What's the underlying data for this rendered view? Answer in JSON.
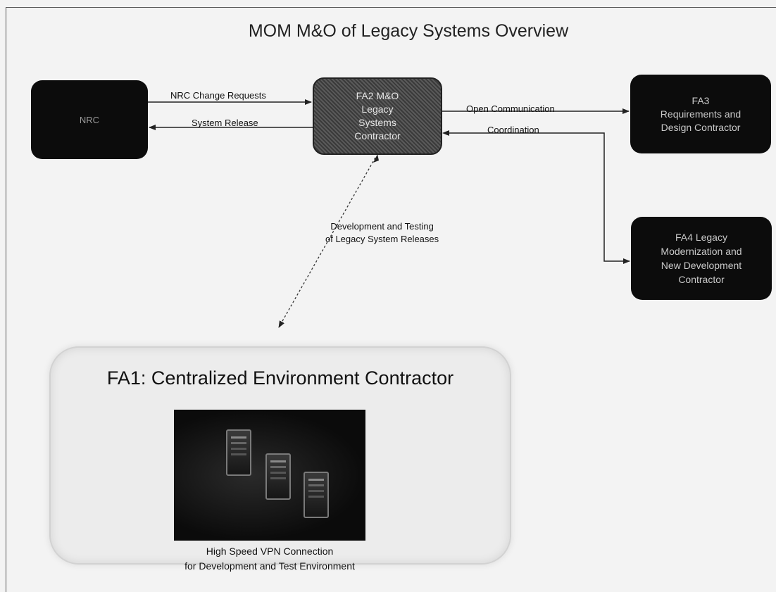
{
  "title": "MOM M&O of Legacy Systems Overview",
  "nodes": {
    "nrc": "NRC",
    "fa2": "FA2 M&O\nLegacy\nSystems\nContractor",
    "fa3": "FA3\nRequirements and\nDesign Contractor",
    "fa4": "FA4 Legacy\nModernization and\nNew Development\nContractor"
  },
  "edges": {
    "nrc_change_requests": "NRC Change Requests",
    "system_release": "System Release",
    "open_communication": "Open Communication",
    "coordination": "Coordination",
    "development_testing": "Development and Testing\nof Legacy System Releases"
  },
  "fa1": {
    "title": "FA1: Centralized Environment Contractor",
    "caption": "High Speed VPN  Connection\nfor Development and Test Environment"
  }
}
